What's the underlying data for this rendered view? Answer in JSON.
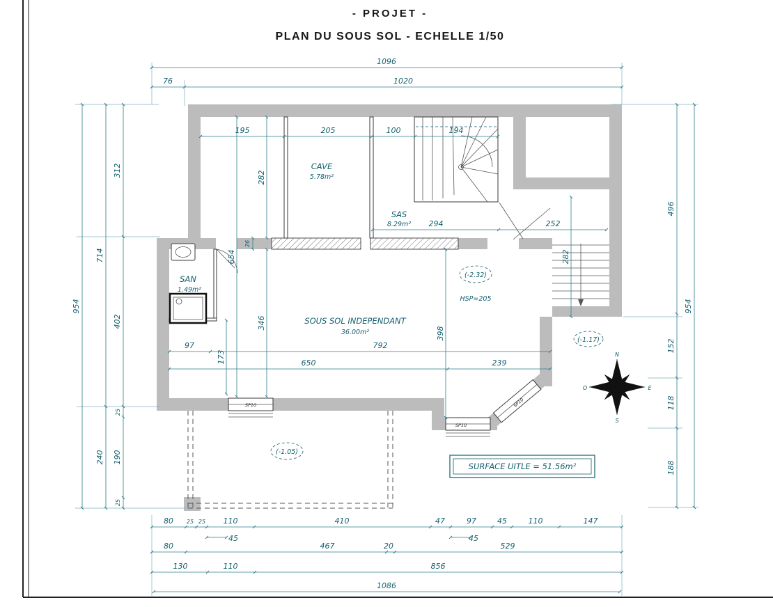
{
  "title": {
    "line1": "- PROJET -",
    "line2": "PLAN DU SOUS SOL - ECHELLE 1/50"
  },
  "rooms": {
    "cave": {
      "name": "CAVE",
      "area": "5.78m²"
    },
    "sas": {
      "name": "SAS",
      "area": "8.29m²"
    },
    "san": {
      "name": "SAN",
      "area": "1.49m²"
    },
    "sous_sol": {
      "name": "SOUS SOL INDEPENDANT",
      "area": "36.00m²"
    }
  },
  "annotations": {
    "hsp": "HSP=205",
    "level_sas": "(-2.32)",
    "level_stairs": "(-1.17)",
    "level_terrace": "(-1.05)",
    "surface_box": "SURFACE UITLE = 51.56m²",
    "window_label": "SP10"
  },
  "compass": {
    "north": "N",
    "east": "E",
    "south": "S",
    "west": "O"
  },
  "dimensions": {
    "top": [
      "1096",
      "76",
      "1020",
      "195",
      "205",
      "100",
      "194",
      "294",
      "252"
    ],
    "left": [
      "954",
      "714",
      "240",
      "312",
      "402",
      "25",
      "190",
      "25"
    ],
    "right": [
      "496",
      "152",
      "118",
      "188",
      "954"
    ],
    "interior": [
      "282",
      "654",
      "26",
      "346",
      "398",
      "282",
      "97",
      "792",
      "650",
      "239",
      "173"
    ],
    "bottom_row1": [
      "80",
      "25",
      "25",
      "110",
      "410",
      "47",
      "97",
      "45",
      "110",
      "147"
    ],
    "bottom_sub": [
      "45",
      "45"
    ],
    "bottom_row2": [
      "80",
      "467",
      "20",
      "529"
    ],
    "bottom_row3": [
      "130",
      "110",
      "856"
    ],
    "bottom_row4": [
      "1086"
    ]
  }
}
